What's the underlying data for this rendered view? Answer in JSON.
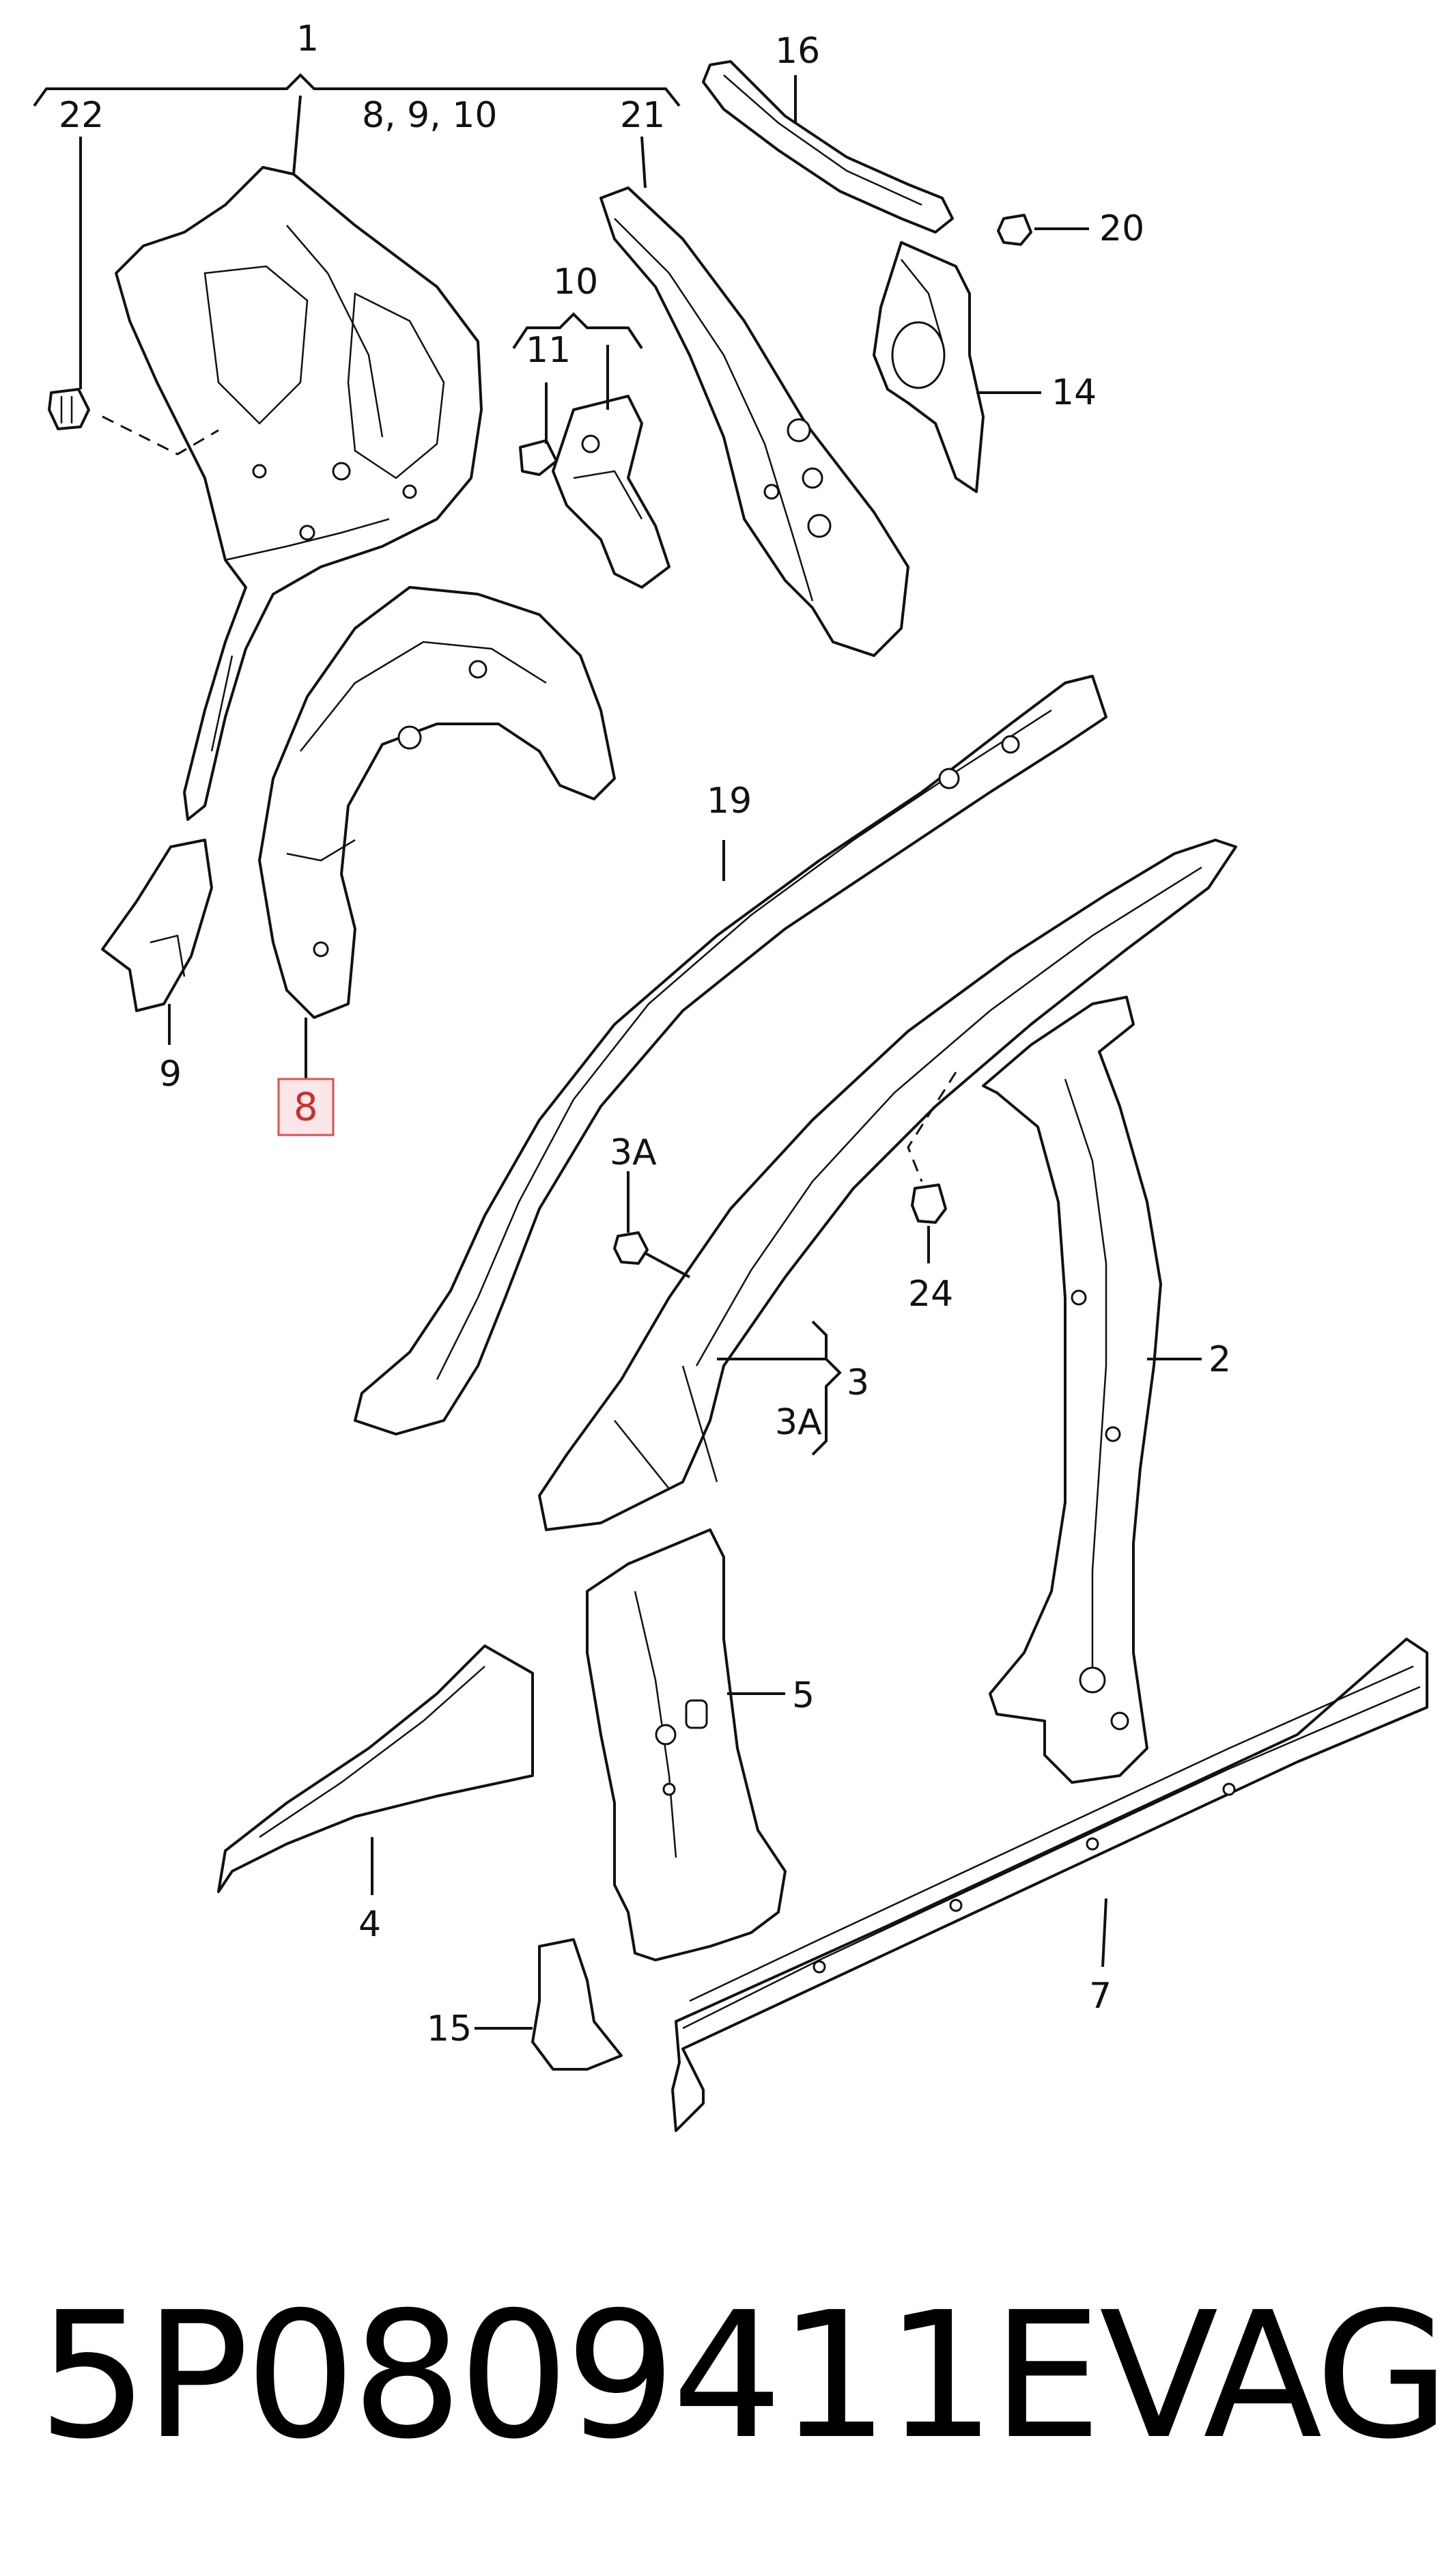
{
  "callouts": {
    "c1": "1",
    "c22": "22",
    "c8_9_10": "8, 9, 10",
    "c21": "21",
    "c16": "16",
    "c20": "20",
    "c14": "14",
    "c10": "10",
    "c11": "11",
    "c19": "19",
    "c9": "9",
    "c8": "8",
    "c3a_top": "3A",
    "c24": "24",
    "c2": "2",
    "c3": "3",
    "c3a_bottom": "3A",
    "c5": "5",
    "c4": "4",
    "c7": "7",
    "c15": "15"
  },
  "highlighted_callout": "8",
  "highlight_color": "#d9534f",
  "footer": {
    "part_number": "5P0809411E",
    "brand": "VAG"
  }
}
